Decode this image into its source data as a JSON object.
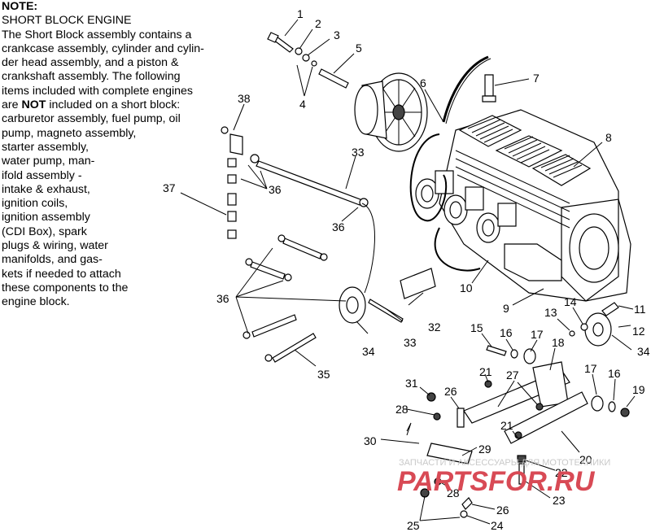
{
  "note": {
    "heading": "NOTE:",
    "lines": [
      "SHORT BLOCK ENGINE",
      "The Short Block assembly contains a",
      "crankcase assembly, cylinder and cylin-",
      "der head assembly, and a piston &",
      "crankshaft assembly.  The following",
      "items included with complete engines"
    ],
    "line7_pre": "are ",
    "line7_bold": "NOT",
    "line7_post": " included on a short block:",
    "lines2": [
      "carburetor assembly, fuel pump, oil",
      "pump, magneto assembly,",
      "starter assembly,",
      "water pump, man-",
      "ifold assembly -",
      "intake & exhaust,",
      "ignition coils,",
      "ignition assembly",
      "(CDI Box), spark",
      "plugs & wiring, water",
      "manifolds, and gas-",
      "kets if needed to attach",
      "these components to the",
      "engine block."
    ]
  },
  "callouts": [
    {
      "id": "c1",
      "text": "1"
    },
    {
      "id": "c2",
      "text": "2"
    },
    {
      "id": "c3",
      "text": "3"
    },
    {
      "id": "c4",
      "text": "4"
    },
    {
      "id": "c5",
      "text": "5"
    },
    {
      "id": "c6",
      "text": "6"
    },
    {
      "id": "c7",
      "text": "7"
    },
    {
      "id": "c8",
      "text": "8"
    },
    {
      "id": "c9",
      "text": "9"
    },
    {
      "id": "c10",
      "text": "10"
    },
    {
      "id": "c11",
      "text": "11"
    },
    {
      "id": "c12",
      "text": "12"
    },
    {
      "id": "c13",
      "text": "13"
    },
    {
      "id": "c14",
      "text": "14"
    },
    {
      "id": "c15",
      "text": "15"
    },
    {
      "id": "c16a",
      "text": "16"
    },
    {
      "id": "c16b",
      "text": "16"
    },
    {
      "id": "c17a",
      "text": "17"
    },
    {
      "id": "c17b",
      "text": "17"
    },
    {
      "id": "c18",
      "text": "18"
    },
    {
      "id": "c19",
      "text": "19"
    },
    {
      "id": "c20",
      "text": "20"
    },
    {
      "id": "c21a",
      "text": "21"
    },
    {
      "id": "c21b",
      "text": "21"
    },
    {
      "id": "c22",
      "text": "22"
    },
    {
      "id": "c23",
      "text": "23"
    },
    {
      "id": "c24",
      "text": "24"
    },
    {
      "id": "c25",
      "text": "25"
    },
    {
      "id": "c26a",
      "text": "26"
    },
    {
      "id": "c26b",
      "text": "26"
    },
    {
      "id": "c27",
      "text": "27"
    },
    {
      "id": "c28a",
      "text": "28"
    },
    {
      "id": "c28b",
      "text": "28"
    },
    {
      "id": "c29",
      "text": "29"
    },
    {
      "id": "c30",
      "text": "30"
    },
    {
      "id": "c31",
      "text": "31"
    },
    {
      "id": "c32",
      "text": "32"
    },
    {
      "id": "c33a",
      "text": "33"
    },
    {
      "id": "c33b",
      "text": "33"
    },
    {
      "id": "c34a",
      "text": "34"
    },
    {
      "id": "c34b",
      "text": "34"
    },
    {
      "id": "c35",
      "text": "35"
    },
    {
      "id": "c36a",
      "text": "36"
    },
    {
      "id": "c36b",
      "text": "36"
    },
    {
      "id": "c36c",
      "text": "36"
    },
    {
      "id": "c37",
      "text": "37"
    },
    {
      "id": "c38",
      "text": "38"
    }
  ],
  "watermark": {
    "caption": "ЗАПЧАСТИ И АКСЕССУАРЫ ДЛЯ МОТОТЕХНИКИ",
    "site": "PARTSFOR.RU"
  }
}
